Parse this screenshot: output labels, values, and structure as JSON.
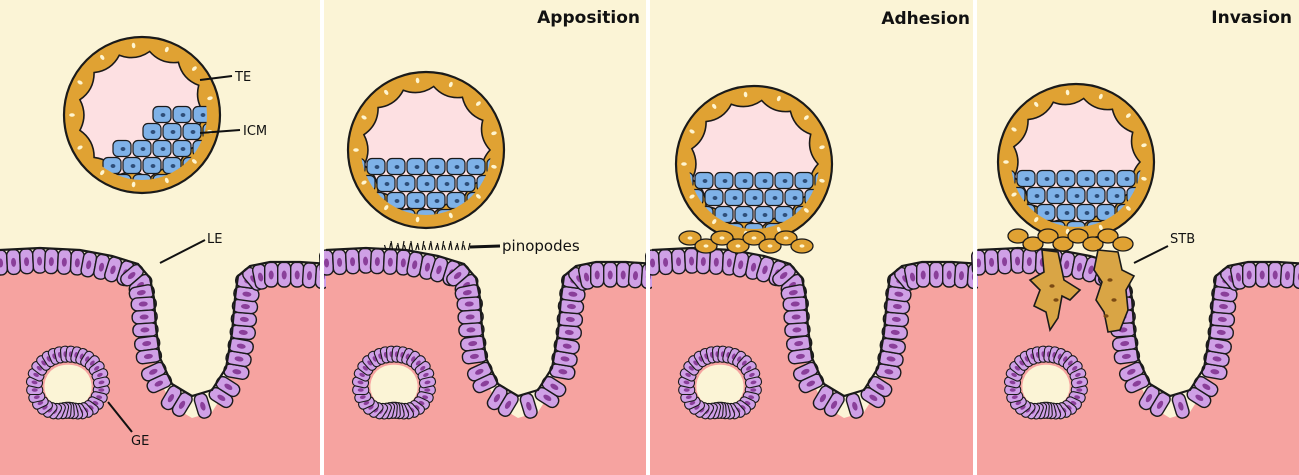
{
  "panels": [
    {
      "title": "",
      "labels": {
        "te": "TE",
        "icm": "ICM",
        "le": "LE",
        "ge": "GE"
      }
    },
    {
      "title": "Apposition",
      "labels": {
        "pinopodes": "pinopodes"
      }
    },
    {
      "title": "Adhesion"
    },
    {
      "title": "Invasion",
      "labels": {
        "stb": "STB"
      }
    }
  ],
  "colors": {
    "background": "#fbf4d6",
    "tissue": "#f6a3a0",
    "epithelium_cell": "#cfa0e6",
    "epithelium_nucleus": "#8a3f9a",
    "trophectoderm": "#e0a233",
    "blastocoel": "#fde0e2",
    "icm_cell": "#7fb2e8",
    "icm_nucleus": "#2f4f7a",
    "outline": "#1a1a1a"
  }
}
